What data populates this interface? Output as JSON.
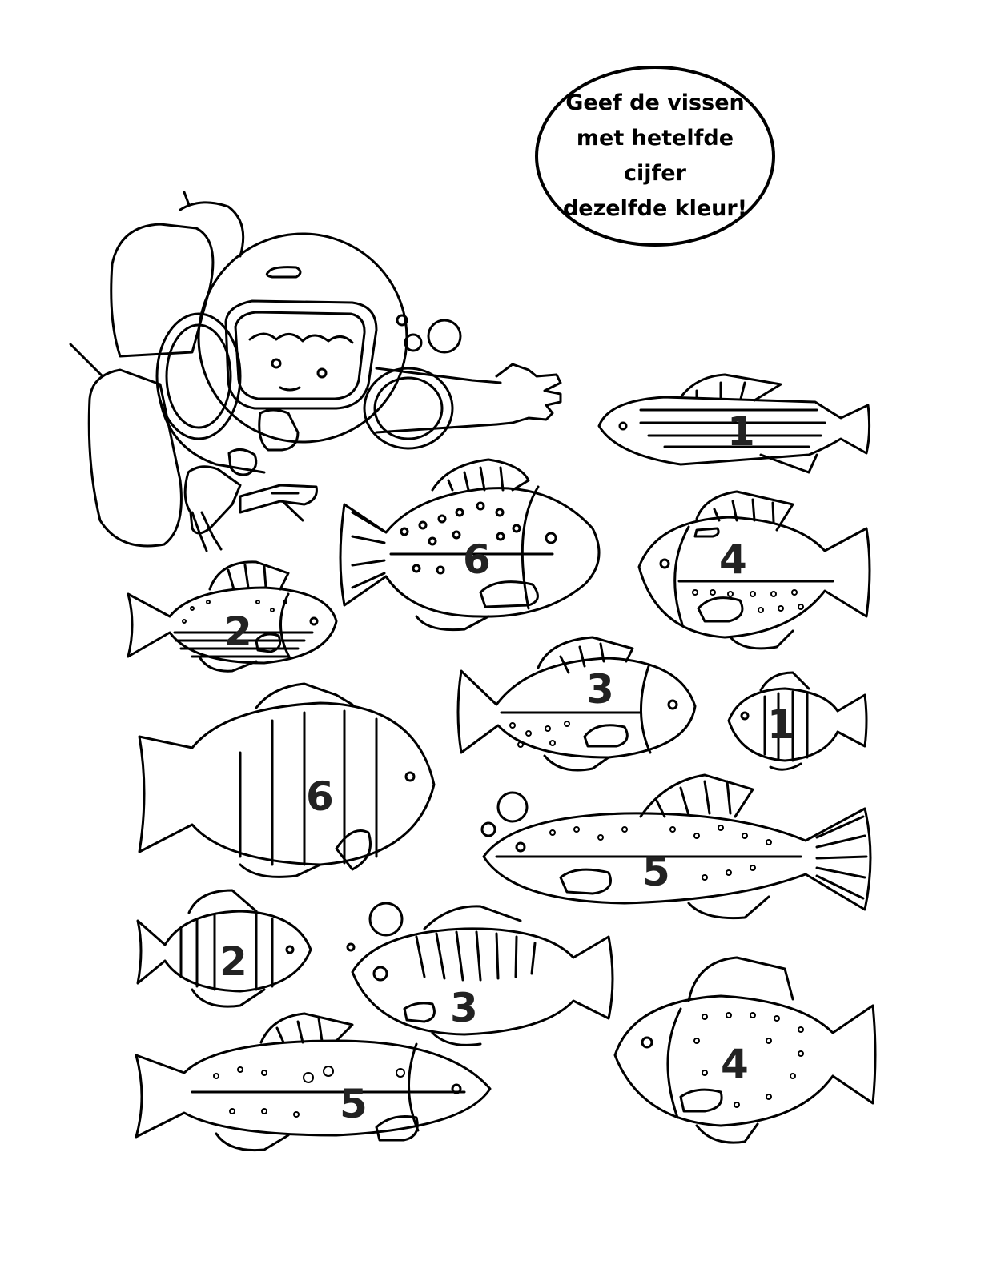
{
  "instruction": {
    "lines": [
      "Geef de vissen",
      "met hetelfde",
      "cijfer",
      "dezelfde kleur!"
    ]
  },
  "fish_numbers": [
    "1",
    "6",
    "4",
    "2",
    "3",
    "1",
    "6",
    "5",
    "2",
    "3",
    "5",
    "4"
  ],
  "colors": {
    "ink": "#000000",
    "paper": "#ffffff"
  }
}
